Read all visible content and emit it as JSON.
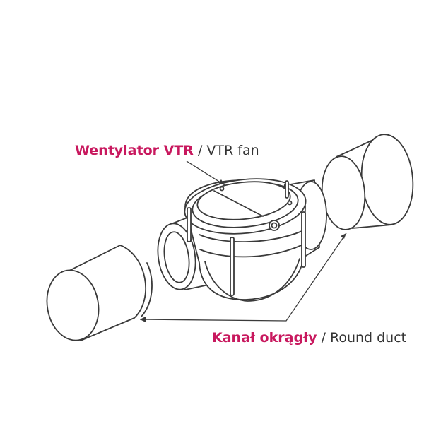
{
  "labels": {
    "fan": {
      "bold": "Wentylator VTR",
      "separator": " / ",
      "regular": "VTR fan"
    },
    "duct": {
      "bold": "Kanał okrągły",
      "separator": " / ",
      "regular": "Round duct"
    }
  },
  "colors": {
    "accent": "#c8185e",
    "text": "#333333",
    "line": "#3a3a3a",
    "fill": "#ffffff",
    "background": "#ffffff"
  }
}
